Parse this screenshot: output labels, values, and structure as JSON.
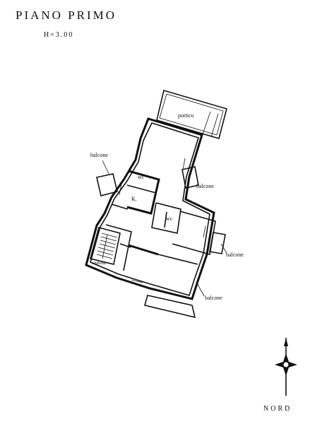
{
  "header": {
    "title": "PIANO PRIMO",
    "height_note": "H=3.00"
  },
  "rooms": {
    "portico": "portico",
    "balcone_west": "balcone",
    "balcone_east_upper": "balcone",
    "balcone_east_lower": "balcone",
    "balcone_south": "balcone",
    "wc_upper": "wc",
    "wc_lower": "wc",
    "kitchen": "K.",
    "stair": "androne"
  },
  "compass": {
    "label": "NORD"
  }
}
